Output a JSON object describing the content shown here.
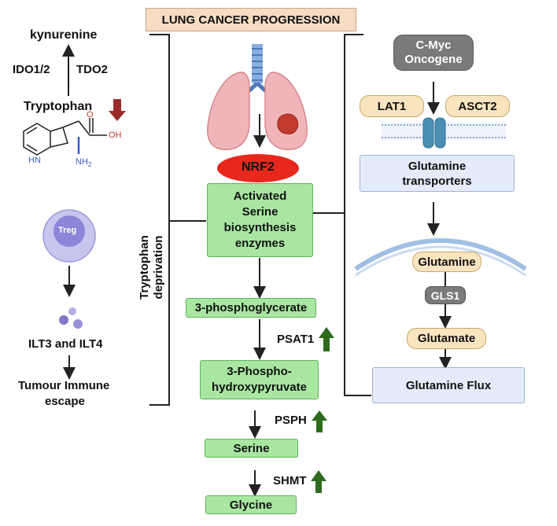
{
  "title": "LUNG CANCER PROGRESSION",
  "left": {
    "kynurenine": "kynurenine",
    "ido": "IDO1/2",
    "tdo": "TDO2",
    "tryptophan": "Tryptophan",
    "struct_o": "O",
    "struct_oh": "OH",
    "struct_hn": "HN",
    "struct_nh": "NH",
    "struct_2": "2",
    "treg": "Treg",
    "ilt": "ILT3 and ILT4",
    "escape_1": "Tumour Immune",
    "escape_2": "escape",
    "deprivation_1": "Tryptophan",
    "deprivation_2": "deprivation"
  },
  "center": {
    "nrf2": "NRF2",
    "activated_1": "Activated",
    "activated_2": "Serine",
    "activated_3": "biosynthesis",
    "activated_4": "enzymes",
    "pg": "3-phosphoglycerate",
    "psat1": "PSAT1",
    "php_1": "3-Phospho-",
    "php_2": "hydroxypyruvate",
    "psph": "PSPH",
    "serine": "Serine",
    "shmt": "SHMT",
    "glycine": "Glycine"
  },
  "right": {
    "cmyc_1": "C-Myc",
    "cmyc_2": "Oncogene",
    "lat1": "LAT1",
    "asct2": "ASCT2",
    "transporters_1": "Glutamine",
    "transporters_2": "transporters",
    "glutamine": "Glutamine",
    "gls1": "GLS1",
    "glutamate": "Glutamate",
    "flux": "Glutamine Flux"
  },
  "colors": {
    "green_box": "#a8e6a1",
    "tan_box": "#f8e4bf",
    "blue_box": "#e4ecfb",
    "nrf2": "#e8281c",
    "up_arrow": "#2f6b1e",
    "down_arrow": "#9b2b2b",
    "cmyc": "#7a7a7a"
  }
}
